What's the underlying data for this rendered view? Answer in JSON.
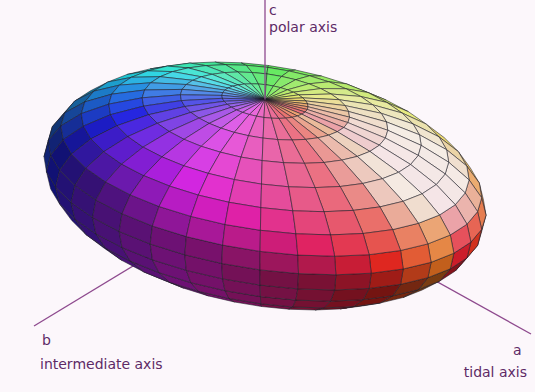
{
  "diagram": {
    "labels": [
      "c",
      "polar axis",
      "b",
      "intermediate axis",
      "a",
      "tidal axis"
    ]
  }
}
